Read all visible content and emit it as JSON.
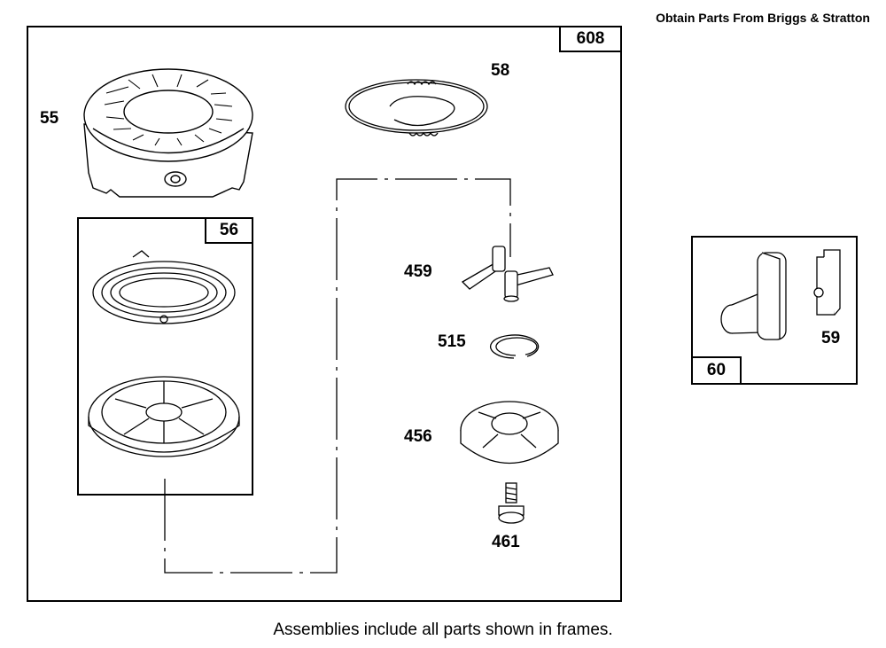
{
  "header": {
    "text": "Obtain Parts From Briggs & Stratton"
  },
  "footer": {
    "text": "Assemblies include all parts shown in frames."
  },
  "frames": {
    "main": "608",
    "spring_pulley": "56",
    "handle": "60"
  },
  "parts": {
    "housing": "55",
    "rope": "58",
    "pawl": "459",
    "ring": "515",
    "cam": "456",
    "screw": "461",
    "insert": "59"
  }
}
